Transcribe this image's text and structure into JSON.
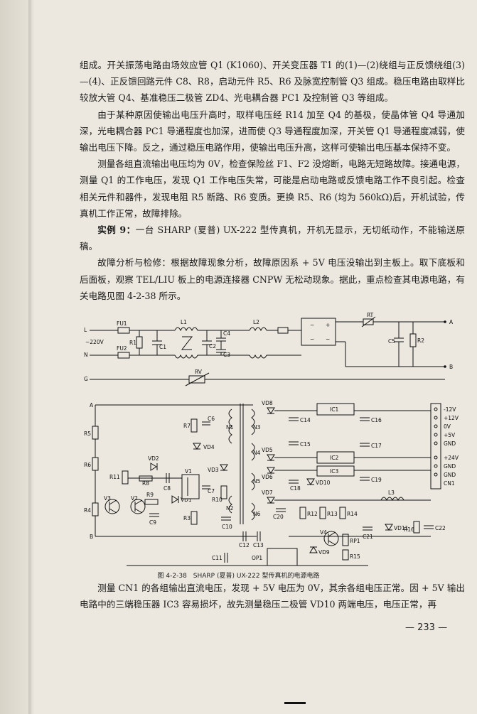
{
  "paragraphs_top": [
    {
      "text": "组成。开关振荡电路由场效应管 Q1 (K1060)、开关变压器 T1 的(1)—(2)绕组与正反馈绕组(3)—(4)、正反馈回路元件 C8、R8，启动元件 R5、R6 及脉宽控制管 Q3 组成。稳压电路由取样比较放大管 Q4、基准稳压二极管 ZD4、光电耦合器 PC1 及控制管 Q3 等组成。",
      "indent": false
    },
    {
      "text": "由于某种原因使输出电压升高时，取样电压经 R14 加至 Q4 的基极，使晶体管 Q4 导通加深，光电耦合器 PC1 导通程度也加深，进而使 Q3 导通程度加深，开关管 Q1 导通程度减弱，使输出电压下降。反之，通过稳压电路作用，使输出电压升高，这样可使输出电压基本保持不变。",
      "indent": true
    },
    {
      "text": "测量各组直流输出电压均为 0V，检查保险丝 F1、F2 没熔断，电路无短路故障。接通电源，测量 Q1 的工作电压，发现 Q1 工作电压失常，可能是启动电路或反馈电路工作不良引起。检查相关元件和器件，发现电阻 R5 断路、R6 变质。更换 R5、R6 (均为 560kΩ)后，开机试验，传真机工作正常，故障排除。",
      "indent": true
    }
  ],
  "example": {
    "label": "实例 9：",
    "text": "一台 SHARP (夏普) UX-222 型传真机，开机无显示，无切纸动作，不能输送原稿。"
  },
  "analysis": {
    "text": "故障分析与检修：根据故障现象分析，故障原因系 + 5V 电压没输出到主板上。取下底板和后面板，观察 TEL/LIU 板上的电源连接器 CNPW 无松动现象。据此，重点检查其电源电路，有关电路见图 4-2-38 所示。"
  },
  "figure": {
    "caption": "图 4-2-38　SHARP (夏普) UX-222 型传真机的电源电路",
    "labels": {
      "L": "L",
      "N": "N",
      "G": "G",
      "ac": "~220V",
      "FU1": "FU1",
      "FU2": "FU2",
      "R1": "R1",
      "C1": "C1",
      "L1": "L1",
      "C2": "C2",
      "C3": "C3",
      "C4": "C4",
      "L2": "L2",
      "RV": "RV",
      "RT": "RT",
      "C5": "C5",
      "R2": "R2",
      "A": "A",
      "B": "B",
      "IC1": "IC1",
      "IC2": "IC2",
      "IC3": "IC3",
      "OP1": "OP1",
      "R5": "R5",
      "R6": "R6",
      "R4": "R4",
      "R11": "R11",
      "R8": "R8",
      "R9": "R9",
      "R3": "R3",
      "R7": "R7",
      "R10": "R10",
      "R12": "R12",
      "R13": "R13",
      "R14": "R14",
      "R15": "R15",
      "R16": "R16",
      "RP1": "RP1",
      "C6": "C6",
      "C7": "C7",
      "C8": "C8",
      "C9": "C9",
      "C10": "C10",
      "C11": "C11",
      "C12": "C12",
      "C13": "C13",
      "C14": "C14",
      "C15": "C15",
      "C16": "C16",
      "C17": "C17",
      "C18": "C18",
      "C19": "C19",
      "C20": "C20",
      "C21": "C21",
      "C22": "C22",
      "VD1": "VD1",
      "VD2": "VD2",
      "VD3": "VD3",
      "VD4": "VD4",
      "VD5": "VD5",
      "VD6": "VD6",
      "VD7": "VD7",
      "VD8": "VD8",
      "VD9": "VD9",
      "VD10": "VD10",
      "VD11": "VD11",
      "V1": "V1",
      "V2": "V2",
      "V3": "V3",
      "V4": "V4",
      "L3": "L3",
      "N1": "N1",
      "N2": "N2",
      "N3": "N3",
      "N4": "N4",
      "N5": "N5",
      "N6": "N6",
      "out1": "-12V",
      "out2": "+12V",
      "out3": "0V",
      "out4": "+5V",
      "out5": "GND",
      "out6": "+24V",
      "out7": "GND",
      "out8": "GND",
      "CN1": "CN1"
    }
  },
  "paragraph_bottom": {
    "text": "测量 CN1 的各组输出直流电压，发现 + 5V 电压为 0V，其余各组电压正常。因 + 5V 输出电路中的三端稳压器 IC3 容易损坏，故先测量稳压二极管 VD10 两端电压，电压正常，再"
  },
  "page_number": "— 233 —"
}
